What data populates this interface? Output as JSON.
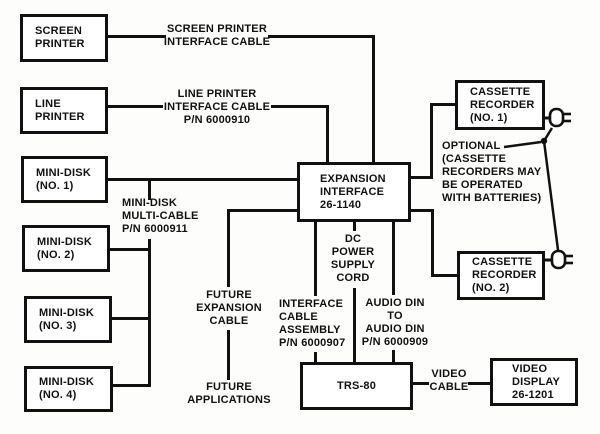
{
  "boxes": {
    "screen_printer": {
      "label": "SCREEN\nPRINTER"
    },
    "line_printer": {
      "label": "LINE\nPRINTER"
    },
    "mini_disk_1": {
      "label": "MINI-DISK\n(NO. 1)"
    },
    "mini_disk_2": {
      "label": "MINI-DISK\n(NO. 2)"
    },
    "mini_disk_3": {
      "label": "MINI-DISK\n(NO. 3)"
    },
    "mini_disk_4": {
      "label": "MINI-DISK\n(NO. 4)"
    },
    "expansion_interface": {
      "label": "EXPANSION\nINTERFACE\n26-1140"
    },
    "cassette_recorder_1": {
      "label": "CASSETTE\nRECORDER\n(NO. 1)"
    },
    "cassette_recorder_2": {
      "label": "CASSETTE\nRECORDER\n(NO. 2)"
    },
    "trs_80": {
      "label": "TRS-80"
    },
    "video_display": {
      "label": "VIDEO\nDISPLAY\n26-1201"
    }
  },
  "cable_labels": {
    "screen_printer_cable": "SCREEN PRINTER\nINTERFACE CABLE",
    "line_printer_cable": "LINE PRINTER\nINTERFACE CABLE\nP/N 6000910",
    "mini_disk_multi_cable": "MINI-DISK\nMULTI-CABLE\nP/N 6000911",
    "optional_note": "OPTIONAL\n(CASSETTE\nRECORDERS MAY\nBE OPERATED\nWITH BATTERIES)",
    "dc_power_supply_cord": "DC\nPOWER\nSUPPLY\nCORD",
    "future_expansion_cable": "FUTURE\nEXPANSION\nCABLE",
    "future_applications": "FUTURE\nAPPLICATIONS",
    "interface_cable_assembly": "INTERFACE\nCABLE\nASSEMBLY\nP/N 6000907",
    "audio_din_cable": "AUDIO DIN\nTO\nAUDIO DIN\nP/N 6000909",
    "video_cable": "VIDEO\nCABLE"
  },
  "icons": {
    "plug_1": "power-plug-icon",
    "plug_2": "power-plug-icon"
  },
  "colors": {
    "line": "#111111",
    "background": "#fdfdfc",
    "text": "#111111"
  }
}
